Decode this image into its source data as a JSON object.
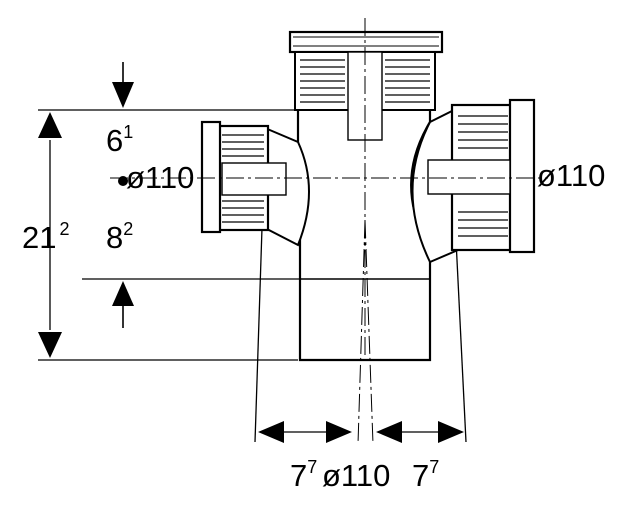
{
  "dimensions": {
    "top_offset": {
      "base": "6",
      "sup": "1"
    },
    "bottom_offset": {
      "base": "8",
      "sup": "2"
    },
    "total_height": {
      "base": "21",
      "sup": "2"
    },
    "left_branch_diameter": "ø110",
    "right_branch_diameter": "ø110",
    "bottom_diameter": "ø110",
    "left_width": {
      "base": "7",
      "sup": "7"
    },
    "right_width": {
      "base": "7",
      "sup": "7"
    }
  }
}
